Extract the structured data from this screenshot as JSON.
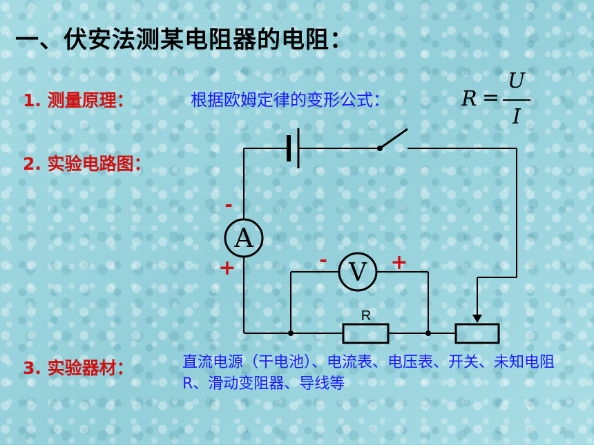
{
  "slide": {
    "title": "一、伏安法测某电阻器的电阻：",
    "item1": {
      "label": "1. 测量原理：",
      "text": "根据欧姆定律的变形公式："
    },
    "formula": {
      "lhs": "R",
      "eq": "=",
      "numerator": "U",
      "denominator": "I"
    },
    "item2": {
      "label": "2. 实验电路图："
    },
    "item3": {
      "label": "3. 实验器材：",
      "text": "直流电源（干电池）、电流表、电压表、开关、未知电阻R、滑动变阻器、导线等"
    }
  },
  "circuit": {
    "ammeter_label": "A",
    "ammeter_minus": "-",
    "ammeter_plus": "+",
    "voltmeter_label": "V",
    "voltmeter_minus": "-",
    "voltmeter_plus": "+",
    "resistor_label": "R"
  },
  "colors": {
    "title": "#000000",
    "label_red": "#d01010",
    "body_blue": "#1a1aff",
    "wire": "#000000"
  }
}
